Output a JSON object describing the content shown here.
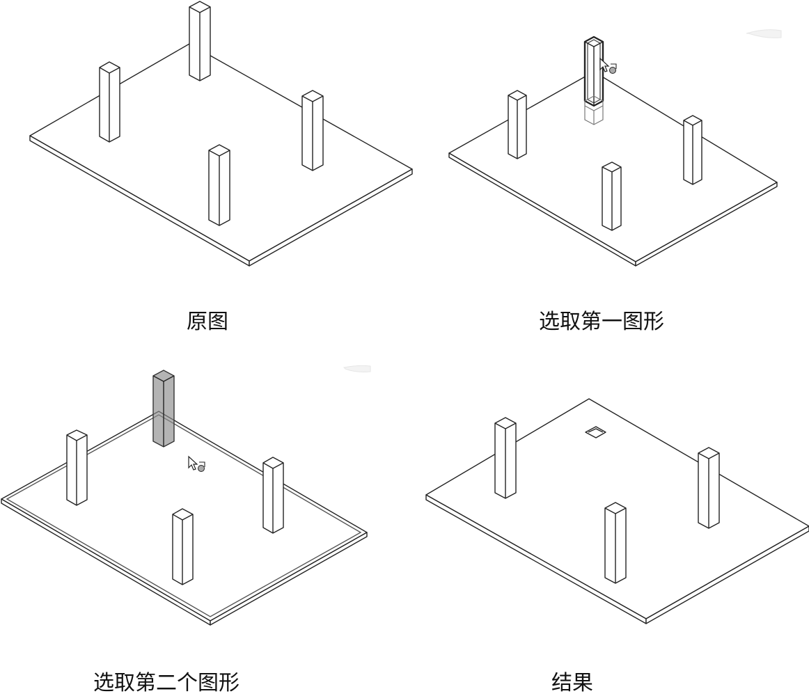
{
  "panels": [
    {
      "id": "original",
      "caption": "原图"
    },
    {
      "id": "select-first",
      "caption": "选取第一图形"
    },
    {
      "id": "select-second",
      "caption": "选取第二个图形"
    },
    {
      "id": "result",
      "caption": "结果"
    }
  ],
  "colors": {
    "line": "#222222",
    "selection_fill": "#8c8c8c",
    "background": "#ffffff"
  },
  "icons": [
    "select-cursor-icon"
  ]
}
